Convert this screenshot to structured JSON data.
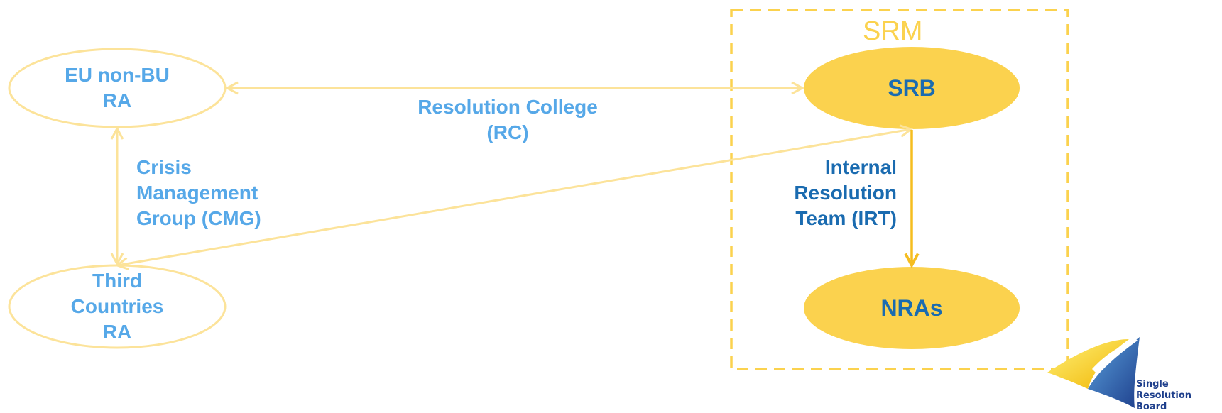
{
  "srm": {
    "label": "SRM"
  },
  "nodes": {
    "eu_nonbu": {
      "label": "EU non-BU\nRA"
    },
    "third": {
      "label": "Third\nCountries\nRA"
    },
    "srb": {
      "label": "SRB"
    },
    "nras": {
      "label": "NRAs"
    }
  },
  "edges": {
    "rc": {
      "label": "Resolution College\n(RC)"
    },
    "cmg": {
      "label": "Crisis\nManagement\nGroup (CMG)"
    },
    "irt": {
      "label": "Internal\nResolution\nTeam (IRT)"
    }
  },
  "logo": {
    "text": "Single\nResolution Board"
  },
  "colors": {
    "yellow": "#fbd24e",
    "yellow_outline": "#fce39a",
    "arrow_dark": "#f5bd1f",
    "text_light_blue": "#56a8e8",
    "text_dark_blue": "#1a6bb0",
    "logo_blue": "#1e3f8c"
  }
}
